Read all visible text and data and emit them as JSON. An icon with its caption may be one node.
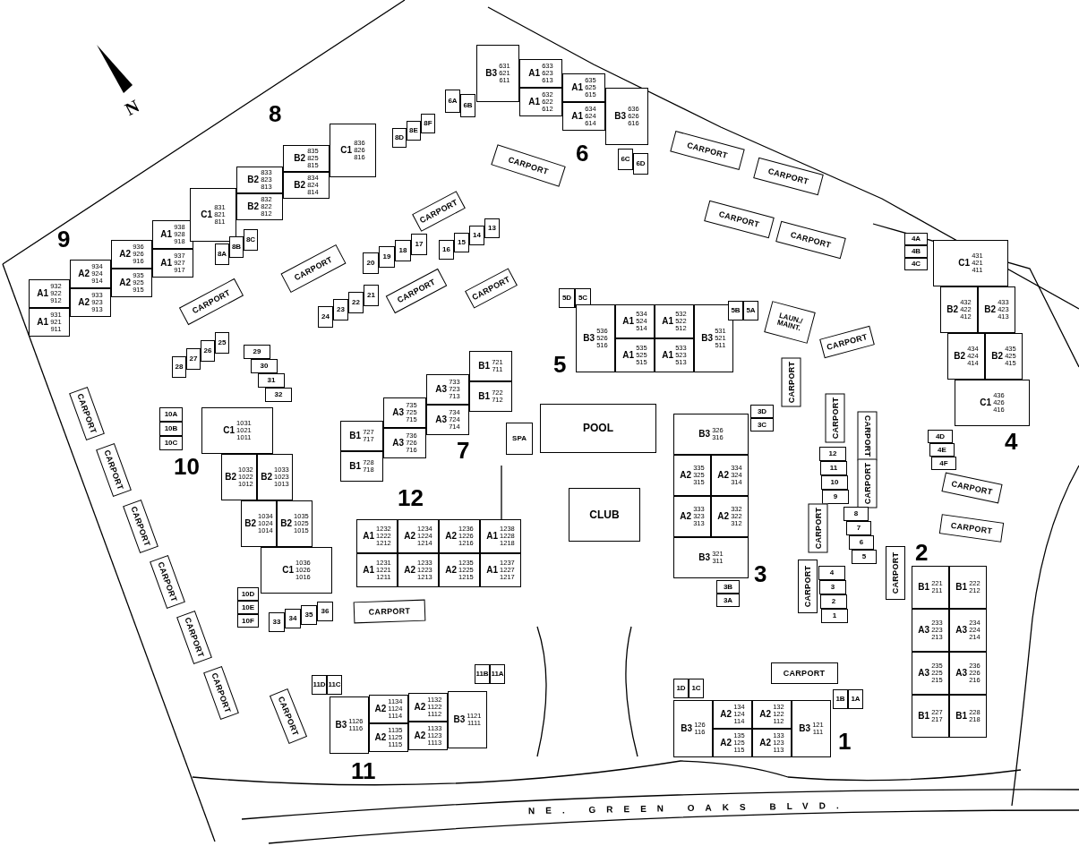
{
  "diagram": {
    "nodes": [
      {
        "text": [
          "A1",
          "932 922 912"
        ]
      },
      {
        "text": [
          "A1",
          "931 921 911"
        ]
      },
      {
        "text": [
          "A2",
          "934 924 914"
        ]
      },
      {
        "text": [
          "A2",
          "933 923 913"
        ]
      },
      {
        "text": [
          "A2",
          "936 926 916"
        ]
      },
      {
        "text": [
          "A2",
          "935 925 915"
        ]
      },
      {
        "text": [
          "A1",
          "938 928 918"
        ]
      },
      {
        "text": [
          "A1",
          "937 927 917"
        ]
      },
      {
        "text": [
          "CARPORT"
        ]
      },
      {
        "text": [
          "C1",
          "831 821 811"
        ]
      },
      {
        "text": [
          "B2",
          "833 823 813"
        ]
      },
      {
        "text": [
          "B2",
          "832 822 812"
        ]
      },
      {
        "text": [
          "B2",
          "835 825 815"
        ]
      },
      {
        "text": [
          "B2",
          "834 824 814"
        ]
      },
      {
        "text": [
          "C1",
          "836 826 816"
        ]
      },
      {
        "text": [
          "8A"
        ]
      },
      {
        "text": [
          "8B"
        ]
      },
      {
        "text": [
          "8C"
        ]
      },
      {
        "text": [
          "8D"
        ]
      },
      {
        "text": [
          "8E"
        ]
      },
      {
        "text": [
          "8F"
        ]
      },
      {
        "text": [
          "6A"
        ]
      },
      {
        "text": [
          "6B"
        ]
      },
      {
        "text": [
          "B3",
          "631 621 611"
        ]
      },
      {
        "text": [
          "A1",
          "633 623 613"
        ]
      },
      {
        "text": [
          "A1",
          "632 622 612"
        ]
      },
      {
        "text": [
          "A1",
          "635 625 615"
        ]
      },
      {
        "text": [
          "A1",
          "634 624 614"
        ]
      },
      {
        "text": [
          "B3",
          "636 626 616"
        ]
      },
      {
        "text": [
          "6C"
        ]
      },
      {
        "text": [
          "6D"
        ]
      },
      {
        "text": [
          "CARPORT"
        ]
      },
      {
        "text": [
          "CARPORT"
        ]
      },
      {
        "text": [
          "CARPORT"
        ]
      },
      {
        "text": [
          "CARPORT"
        ]
      },
      {
        "text": [
          "CARPORT"
        ]
      },
      {
        "text": [
          "20"
        ]
      },
      {
        "text": [
          "19"
        ]
      },
      {
        "text": [
          "18"
        ]
      },
      {
        "text": [
          "17"
        ]
      },
      {
        "text": [
          "CARPORT"
        ]
      },
      {
        "text": [
          "16"
        ]
      },
      {
        "text": [
          "15"
        ]
      },
      {
        "text": [
          "14"
        ]
      },
      {
        "text": [
          "13"
        ]
      },
      {
        "text": [
          "CARPORT"
        ]
      },
      {
        "text": [
          "24"
        ]
      },
      {
        "text": [
          "23"
        ]
      },
      {
        "text": [
          "22"
        ]
      },
      {
        "text": [
          "21"
        ]
      },
      {
        "text": [
          "CARPORT"
        ]
      },
      {
        "text": [
          "CARPORT"
        ]
      },
      {
        "text": [
          "28"
        ]
      },
      {
        "text": [
          "27"
        ]
      },
      {
        "text": [
          "26"
        ]
      },
      {
        "text": [
          "25"
        ]
      },
      {
        "text": [
          "29"
        ]
      },
      {
        "text": [
          "30"
        ]
      },
      {
        "text": [
          "31"
        ]
      },
      {
        "text": [
          "32"
        ]
      },
      {
        "text": [
          "5D"
        ]
      },
      {
        "text": [
          "5C"
        ]
      },
      {
        "text": [
          "B3",
          "536 526 516"
        ]
      },
      {
        "text": [
          "A1",
          "534 524 514"
        ]
      },
      {
        "text": [
          "A1",
          "535 525 515"
        ]
      },
      {
        "text": [
          "A1",
          "532 522 512"
        ]
      },
      {
        "text": [
          "A1",
          "533 523 513"
        ]
      },
      {
        "text": [
          "B3",
          "531 521 511"
        ]
      },
      {
        "text": [
          "5B"
        ]
      },
      {
        "text": [
          "5A"
        ]
      },
      {
        "text": [
          "LAUN./ MAINT."
        ]
      },
      {
        "text": [
          "CARPORT"
        ]
      },
      {
        "text": [
          "4A"
        ]
      },
      {
        "text": [
          "4B"
        ]
      },
      {
        "text": [
          "4C"
        ]
      },
      {
        "text": [
          "C1",
          "431 421 411"
        ]
      },
      {
        "text": [
          "B2",
          "432 422 412"
        ]
      },
      {
        "text": [
          "B2",
          "433 423 413"
        ]
      },
      {
        "text": [
          "B2",
          "434 424 414"
        ]
      },
      {
        "text": [
          "B2",
          "435 425 415"
        ]
      },
      {
        "text": [
          "C1",
          "436 426 416"
        ]
      },
      {
        "text": [
          "4D"
        ]
      },
      {
        "text": [
          "4E"
        ]
      },
      {
        "text": [
          "4F"
        ]
      },
      {
        "text": [
          "CARPORT"
        ]
      },
      {
        "text": [
          "B1",
          "727 717"
        ]
      },
      {
        "text": [
          "B1",
          "728 718"
        ]
      },
      {
        "text": [
          "A3",
          "735 725 715"
        ]
      },
      {
        "text": [
          "A3",
          "736 726 716"
        ]
      },
      {
        "text": [
          "A3",
          "733 723 713"
        ]
      },
      {
        "text": [
          "A3",
          "734 724 714"
        ]
      },
      {
        "text": [
          "B1",
          "721 711"
        ]
      },
      {
        "text": [
          "B1",
          "722 712"
        ]
      },
      {
        "text": [
          "POOL"
        ]
      },
      {
        "text": [
          "SPA"
        ]
      },
      {
        "text": [
          "10A"
        ]
      },
      {
        "text": [
          "10B"
        ]
      },
      {
        "text": [
          "10C"
        ]
      },
      {
        "text": [
          "C1",
          "1031 1021 1011"
        ]
      },
      {
        "text": [
          "B2",
          "1032 1022 1012"
        ]
      },
      {
        "text": [
          "B2",
          "1033 1023 1013"
        ]
      },
      {
        "text": [
          "B2",
          "1034 1024 1014"
        ]
      },
      {
        "text": [
          "B2",
          "1035 1025 1015"
        ]
      },
      {
        "text": [
          "C1",
          "1036 1026 1016"
        ]
      },
      {
        "text": [
          "10D"
        ]
      },
      {
        "text": [
          "10E"
        ]
      },
      {
        "text": [
          "10F"
        ]
      },
      {
        "text": [
          "CARPORT"
        ]
      },
      {
        "text": [
          "CARPORT"
        ]
      },
      {
        "text": [
          "CARPORT"
        ]
      },
      {
        "text": [
          "CARPORT"
        ]
      },
      {
        "text": [
          "CARPORT"
        ]
      },
      {
        "text": [
          "CARPORT"
        ]
      },
      {
        "text": [
          "A1",
          "1232 1222 1212"
        ]
      },
      {
        "text": [
          "A1",
          "1231 1221 1211"
        ]
      },
      {
        "text": [
          "A2",
          "1234 1224 1214"
        ]
      },
      {
        "text": [
          "A2",
          "1233 1223 1213"
        ]
      },
      {
        "text": [
          "A2",
          "1236 1226 1216"
        ]
      },
      {
        "text": [
          "A2",
          "1235 1225 1215"
        ]
      },
      {
        "text": [
          "A1",
          "1238 1228 1218"
        ]
      },
      {
        "text": [
          "A1",
          "1237 1227 1217"
        ]
      },
      {
        "text": [
          "CLUB"
        ]
      },
      {
        "text": [
          "3D"
        ]
      },
      {
        "text": [
          "3C"
        ]
      },
      {
        "text": [
          "B3",
          "326 316"
        ]
      },
      {
        "text": [
          "A2",
          "335 325 315"
        ]
      },
      {
        "text": [
          "A2",
          "334 324 314"
        ]
      },
      {
        "text": [
          "A2",
          "333 323 313"
        ]
      },
      {
        "text": [
          "A2",
          "332 322 312"
        ]
      },
      {
        "text": [
          "B3",
          "321 311"
        ]
      },
      {
        "text": [
          "3B"
        ]
      },
      {
        "text": [
          "3A"
        ]
      },
      {
        "text": [
          "CARPORT"
        ]
      },
      {
        "text": [
          "CARPORT"
        ]
      },
      {
        "text": [
          "CARPORT"
        ]
      },
      {
        "text": [
          "CARPORT"
        ]
      },
      {
        "text": [
          "12"
        ]
      },
      {
        "text": [
          "11"
        ]
      },
      {
        "text": [
          "10"
        ]
      },
      {
        "text": [
          "9"
        ]
      },
      {
        "text": [
          "CARPORT"
        ]
      },
      {
        "text": [
          "8"
        ]
      },
      {
        "text": [
          "7"
        ]
      },
      {
        "text": [
          "6"
        ]
      },
      {
        "text": [
          "5"
        ]
      },
      {
        "text": [
          "CARPORT"
        ]
      },
      {
        "text": [
          "4"
        ]
      },
      {
        "text": [
          "3"
        ]
      },
      {
        "text": [
          "2"
        ]
      },
      {
        "text": [
          "1"
        ]
      },
      {
        "text": [
          "CARPORT"
        ]
      },
      {
        "text": [
          "CARPORT"
        ]
      },
      {
        "text": [
          "B1",
          "221 211"
        ]
      },
      {
        "text": [
          "B1",
          "222 212"
        ]
      },
      {
        "text": [
          "A3",
          "233 223 213"
        ]
      },
      {
        "text": [
          "A3",
          "234 224 214"
        ]
      },
      {
        "text": [
          "A3",
          "235 225 215"
        ]
      },
      {
        "text": [
          "A3",
          "236 226 216"
        ]
      },
      {
        "text": [
          "B1",
          "227 217"
        ]
      },
      {
        "text": [
          "B1",
          "228 218"
        ]
      },
      {
        "text": [
          "CARPORT"
        ]
      },
      {
        "text": [
          "33"
        ]
      },
      {
        "text": [
          "34"
        ]
      },
      {
        "text": [
          "35"
        ]
      },
      {
        "text": [
          "36"
        ]
      },
      {
        "text": [
          "CARPORT"
        ]
      },
      {
        "text": [
          "11D"
        ]
      },
      {
        "text": [
          "11C"
        ]
      },
      {
        "text": [
          "B3",
          "1126 1116"
        ]
      },
      {
        "text": [
          "A2",
          "1134 1124 1114"
        ]
      },
      {
        "text": [
          "A2",
          "1135 1125 1115"
        ]
      },
      {
        "text": [
          "A2",
          "1132 1122 1112"
        ]
      },
      {
        "text": [
          "A2",
          "1133 1123 1113"
        ]
      },
      {
        "text": [
          "B3",
          "1121 1111"
        ]
      },
      {
        "text": [
          "11B"
        ]
      },
      {
        "text": [
          "11A"
        ]
      },
      {
        "text": [
          "CARPORT"
        ]
      },
      {
        "text": [
          "1D"
        ]
      },
      {
        "text": [
          "1C"
        ]
      },
      {
        "text": [
          "B3",
          "126 116"
        ]
      },
      {
        "text": [
          "A2",
          "134 124 114"
        ]
      },
      {
        "text": [
          "A2",
          "135 125 115"
        ]
      },
      {
        "text": [
          "A2",
          "132 122 112"
        ]
      },
      {
        "text": [
          "A2",
          "133 123 113"
        ]
      },
      {
        "text": [
          "B3",
          "121 111"
        ]
      },
      {
        "text": [
          "1B"
        ]
      },
      {
        "text": [
          "1A"
        ]
      }
    ],
    "labels": [
      "N",
      "8",
      "6",
      "9",
      "5",
      "7",
      "4",
      "10",
      "12",
      "2",
      "3",
      "11",
      "1",
      "NE. GREEN OAKS BLVD."
    ]
  }
}
